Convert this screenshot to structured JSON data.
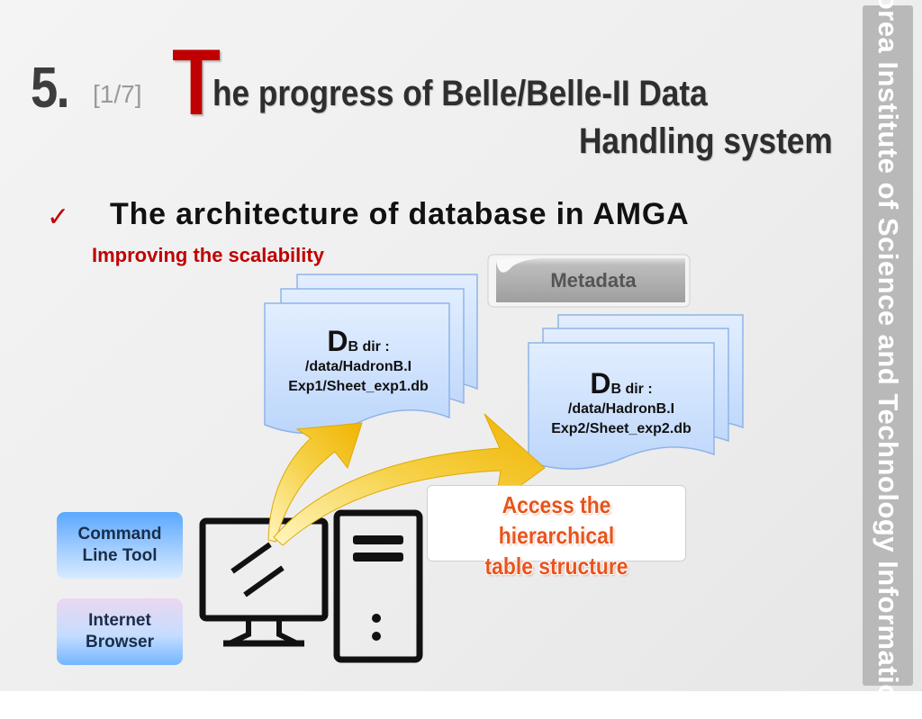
{
  "side_banner": "Korea Institute of Science and Technology Information",
  "title": {
    "number": "5.",
    "page": "[1/7]",
    "initial": "T",
    "line1": "he progress of Belle/Belle-II Data",
    "line2": "Handling system"
  },
  "bullet": {
    "check": "✓",
    "text": "The architecture of database in AMGA",
    "sub": "Improving the scalability"
  },
  "metadata_label": "Metadata",
  "db1": {
    "initial": "D",
    "rest": "B dir :",
    "line2": "/data/HadronB.I",
    "line3": "Exp1/Sheet_exp1.db"
  },
  "db2": {
    "initial": "D",
    "rest": "B dir :",
    "line2": "/data/HadronB.I",
    "line3": "Exp2/Sheet_exp2.db"
  },
  "tools": {
    "command_line": [
      "Command",
      "Line Tool"
    ],
    "browser": [
      "Internet",
      "Browser"
    ]
  },
  "access": {
    "line1": "Access the hierarchical",
    "line2": "table structure"
  },
  "colors": {
    "accent_red": "#c00000",
    "doc_fill": "#cfe3ff",
    "doc_border": "#8fb4e8",
    "arrow_yellow": "#f3c21a",
    "access_orange": "#e8541c"
  }
}
